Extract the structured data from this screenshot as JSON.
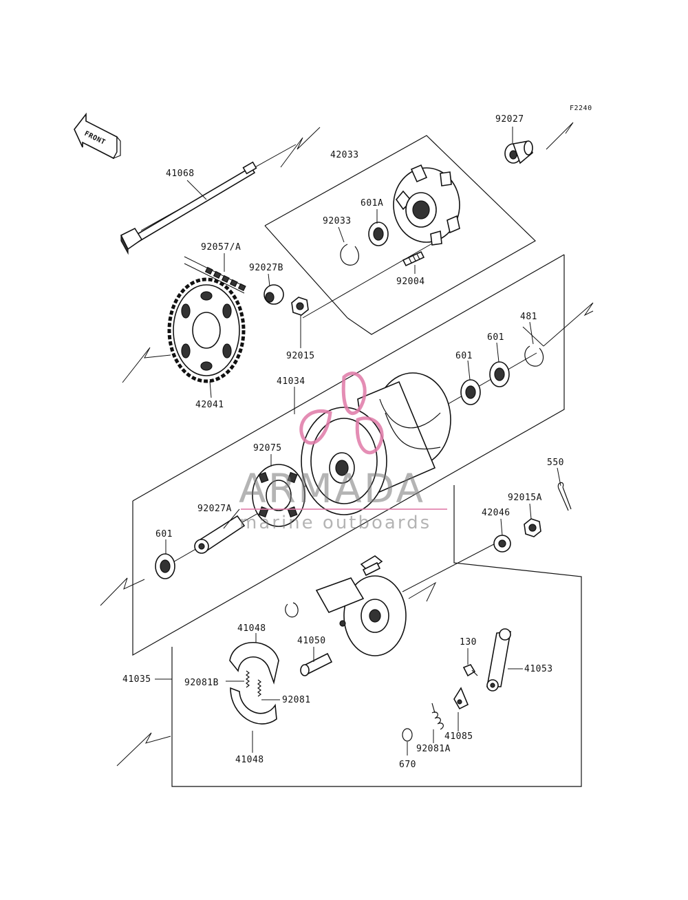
{
  "figure_code": "F2240",
  "front_arrow_label": "FRONT",
  "watermark": {
    "brand": "ARMADA",
    "tagline": "marine outboards",
    "logo_color": "#e07aa8"
  },
  "parts": {
    "p92027": "92027",
    "p42033": "42033",
    "p41068": "41068",
    "p601A": "601A",
    "p92033": "92033",
    "p92057A": "92057/A",
    "p92027B": "92027B",
    "p92004": "92004",
    "p92015": "92015",
    "p481": "481",
    "p601_top": "601",
    "p601_mid": "601",
    "p42041": "42041",
    "p41034": "41034",
    "p92075": "92075",
    "p550": "550",
    "p92015A": "92015A",
    "p92027A": "92027A",
    "p42046": "42046",
    "p601_left": "601",
    "p41048_top": "41048",
    "p41050": "41050",
    "p130": "130",
    "p41053": "41053",
    "p41035": "41035",
    "p92081B": "92081B",
    "p92081": "92081",
    "p41085": "41085",
    "p41048_bot": "41048",
    "p92081A": "92081A",
    "p670": "670"
  }
}
